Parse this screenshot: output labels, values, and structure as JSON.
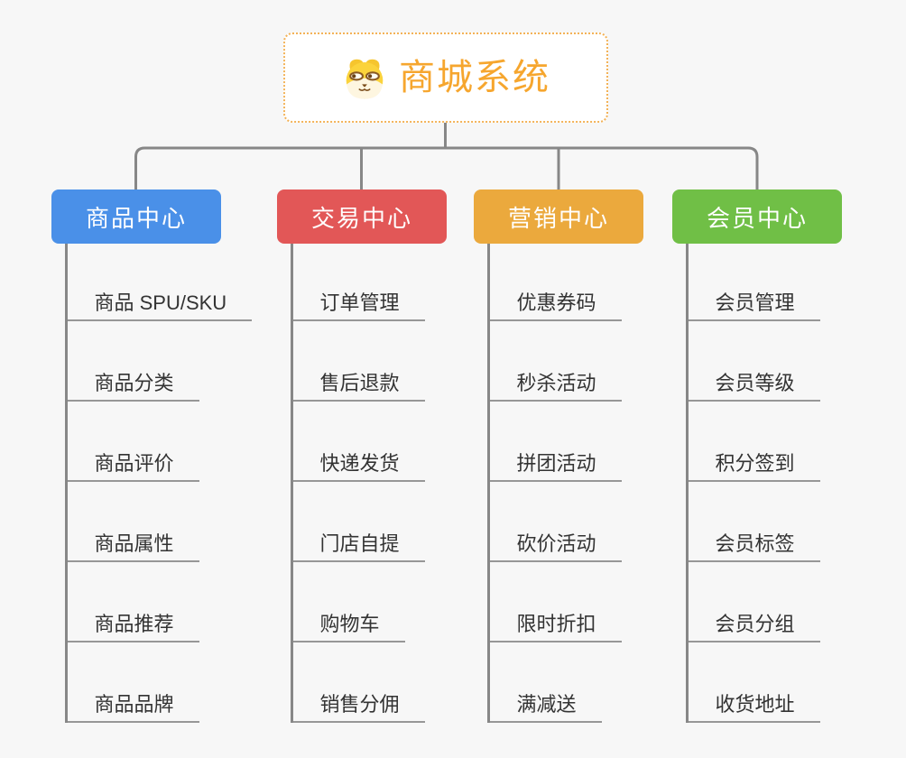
{
  "root": {
    "title": "商城系统",
    "icon": "doge-face-icon"
  },
  "branches": [
    {
      "label": "商品中心",
      "color": "#4a90e8",
      "children": [
        "商品 SPU/SKU",
        "商品分类",
        "商品评价",
        "商品属性",
        "商品推荐",
        "商品品牌"
      ]
    },
    {
      "label": "交易中心",
      "color": "#e25757",
      "children": [
        "订单管理",
        "售后退款",
        "快递发货",
        "门店自提",
        "购物车",
        "销售分佣"
      ]
    },
    {
      "label": "营销中心",
      "color": "#eba93d",
      "children": [
        "优惠券码",
        "秒杀活动",
        "拼团活动",
        "砍价活动",
        "限时折扣",
        "满减送"
      ]
    },
    {
      "label": "会员中心",
      "color": "#70bf46",
      "children": [
        "会员管理",
        "会员等级",
        "积分签到",
        "会员标签",
        "会员分组",
        "收货地址"
      ]
    }
  ],
  "palette": {
    "background": "#f7f7f7",
    "connector_line": "#878787",
    "leaf_underline": "#979797",
    "leaf_text": "#333333",
    "root_border": "#f3b257",
    "root_text": "#f6a62e"
  }
}
